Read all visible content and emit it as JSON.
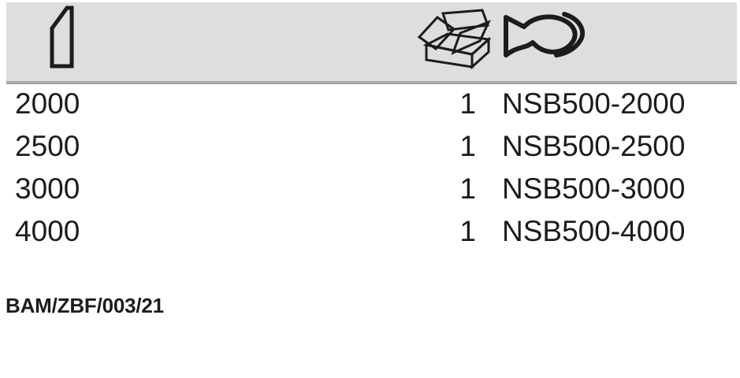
{
  "document": {
    "code": "BAM/ZBF/003/21"
  },
  "table": {
    "columns": [
      {
        "key": "length",
        "icon": "chamfered-bar-length-icon",
        "label": ""
      },
      {
        "key": "packing",
        "icon": "open-box-packing-icon",
        "label": ""
      },
      {
        "key": "article",
        "icon": "fish-article-number-icon",
        "label": ""
      }
    ],
    "rows": [
      {
        "length": "2000",
        "packing": "1",
        "article": "NSB500-2000"
      },
      {
        "length": "2500",
        "packing": "1",
        "article": "NSB500-2500"
      },
      {
        "length": "3000",
        "packing": "1",
        "article": "NSB500-3000"
      },
      {
        "length": "4000",
        "packing": "1",
        "article": "NSB500-4000"
      }
    ]
  },
  "colors": {
    "header_band": "#dedede",
    "header_rule": "#a8a8a8",
    "text": "#1c1c1c",
    "page": "#ffffff"
  }
}
